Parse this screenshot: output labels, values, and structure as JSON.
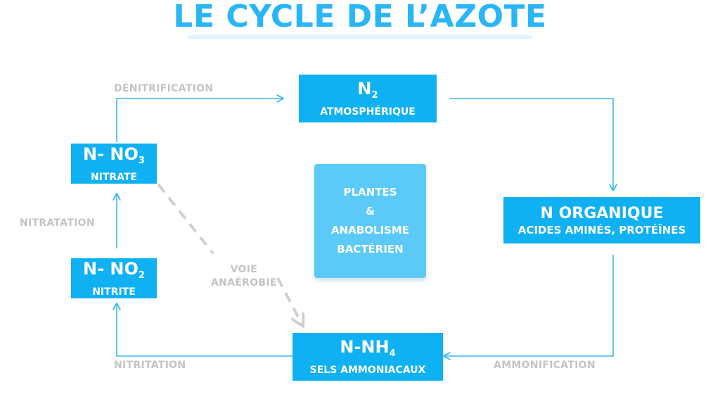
{
  "title": "LE CYCLE DE L’AZOTE",
  "nodes": {
    "n2": {
      "main": "N",
      "sub_script": "2",
      "label": "ATMOSPHÉRIQUE"
    },
    "organique": {
      "main": "N ORGANIQUE",
      "label": "ACIDES AMINÉS, PROTÉÏNES"
    },
    "nh4": {
      "main": "N-NH",
      "sub_script": "4",
      "label": "SELS AMMONIACAUX"
    },
    "no2": {
      "main": "N- NO",
      "sub_script": "2",
      "label": "NITRITE"
    },
    "no3": {
      "main": "N- NO",
      "sub_script": "3",
      "label": "NITRATE"
    }
  },
  "center": {
    "line1": "PLANTES",
    "line2": "&",
    "line3": "ANABOLISME",
    "line4": "BACTÉRIEN"
  },
  "processes": {
    "denitrification": "DÉNITRIFICATION",
    "nitratation": "NITRATATION",
    "nitritation": "NITRITATION",
    "ammonification": "AMMONIFICATION",
    "voie_line1": "VOIE",
    "voie_line2": "ANAÉROBIE"
  },
  "colors": {
    "box": "#0fb1f2",
    "center_box": "#5ccaf9",
    "arrow": "#39b9f0",
    "label": "#c4c4c4",
    "dashed": "#d0d0d0"
  }
}
